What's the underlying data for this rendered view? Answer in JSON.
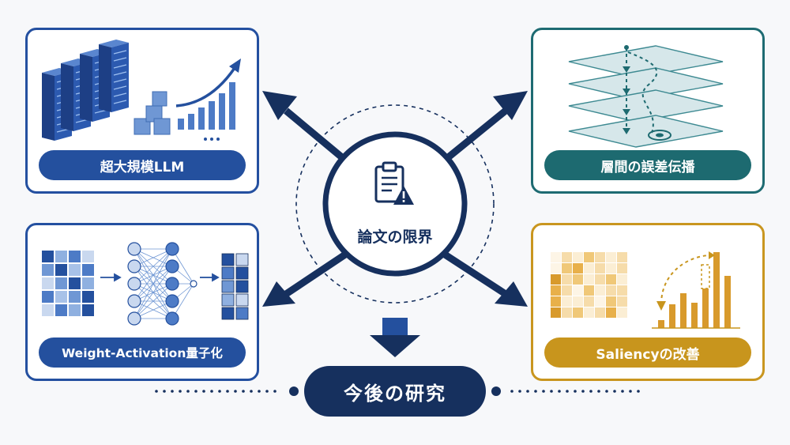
{
  "center": {
    "label": "論文の限界",
    "icon": "clipboard-warning-icon"
  },
  "cards": {
    "llm": {
      "label": "超大規模LLM",
      "icon": "server-rack-growth-icon",
      "color": "#24509e"
    },
    "layer": {
      "label": "層間の誤差伝播",
      "icon": "stacked-layers-error-icon",
      "color": "#1d6a70"
    },
    "wa": {
      "label": "Weight-Activation量子化",
      "icon": "neural-network-quantization-icon",
      "color": "#24509e"
    },
    "saliency": {
      "label": "Saliencyの改善",
      "icon": "saliency-heatmap-bars-icon",
      "color": "#c8951d"
    }
  },
  "future": {
    "label": "今後の研究",
    "color": "#16305e"
  }
}
